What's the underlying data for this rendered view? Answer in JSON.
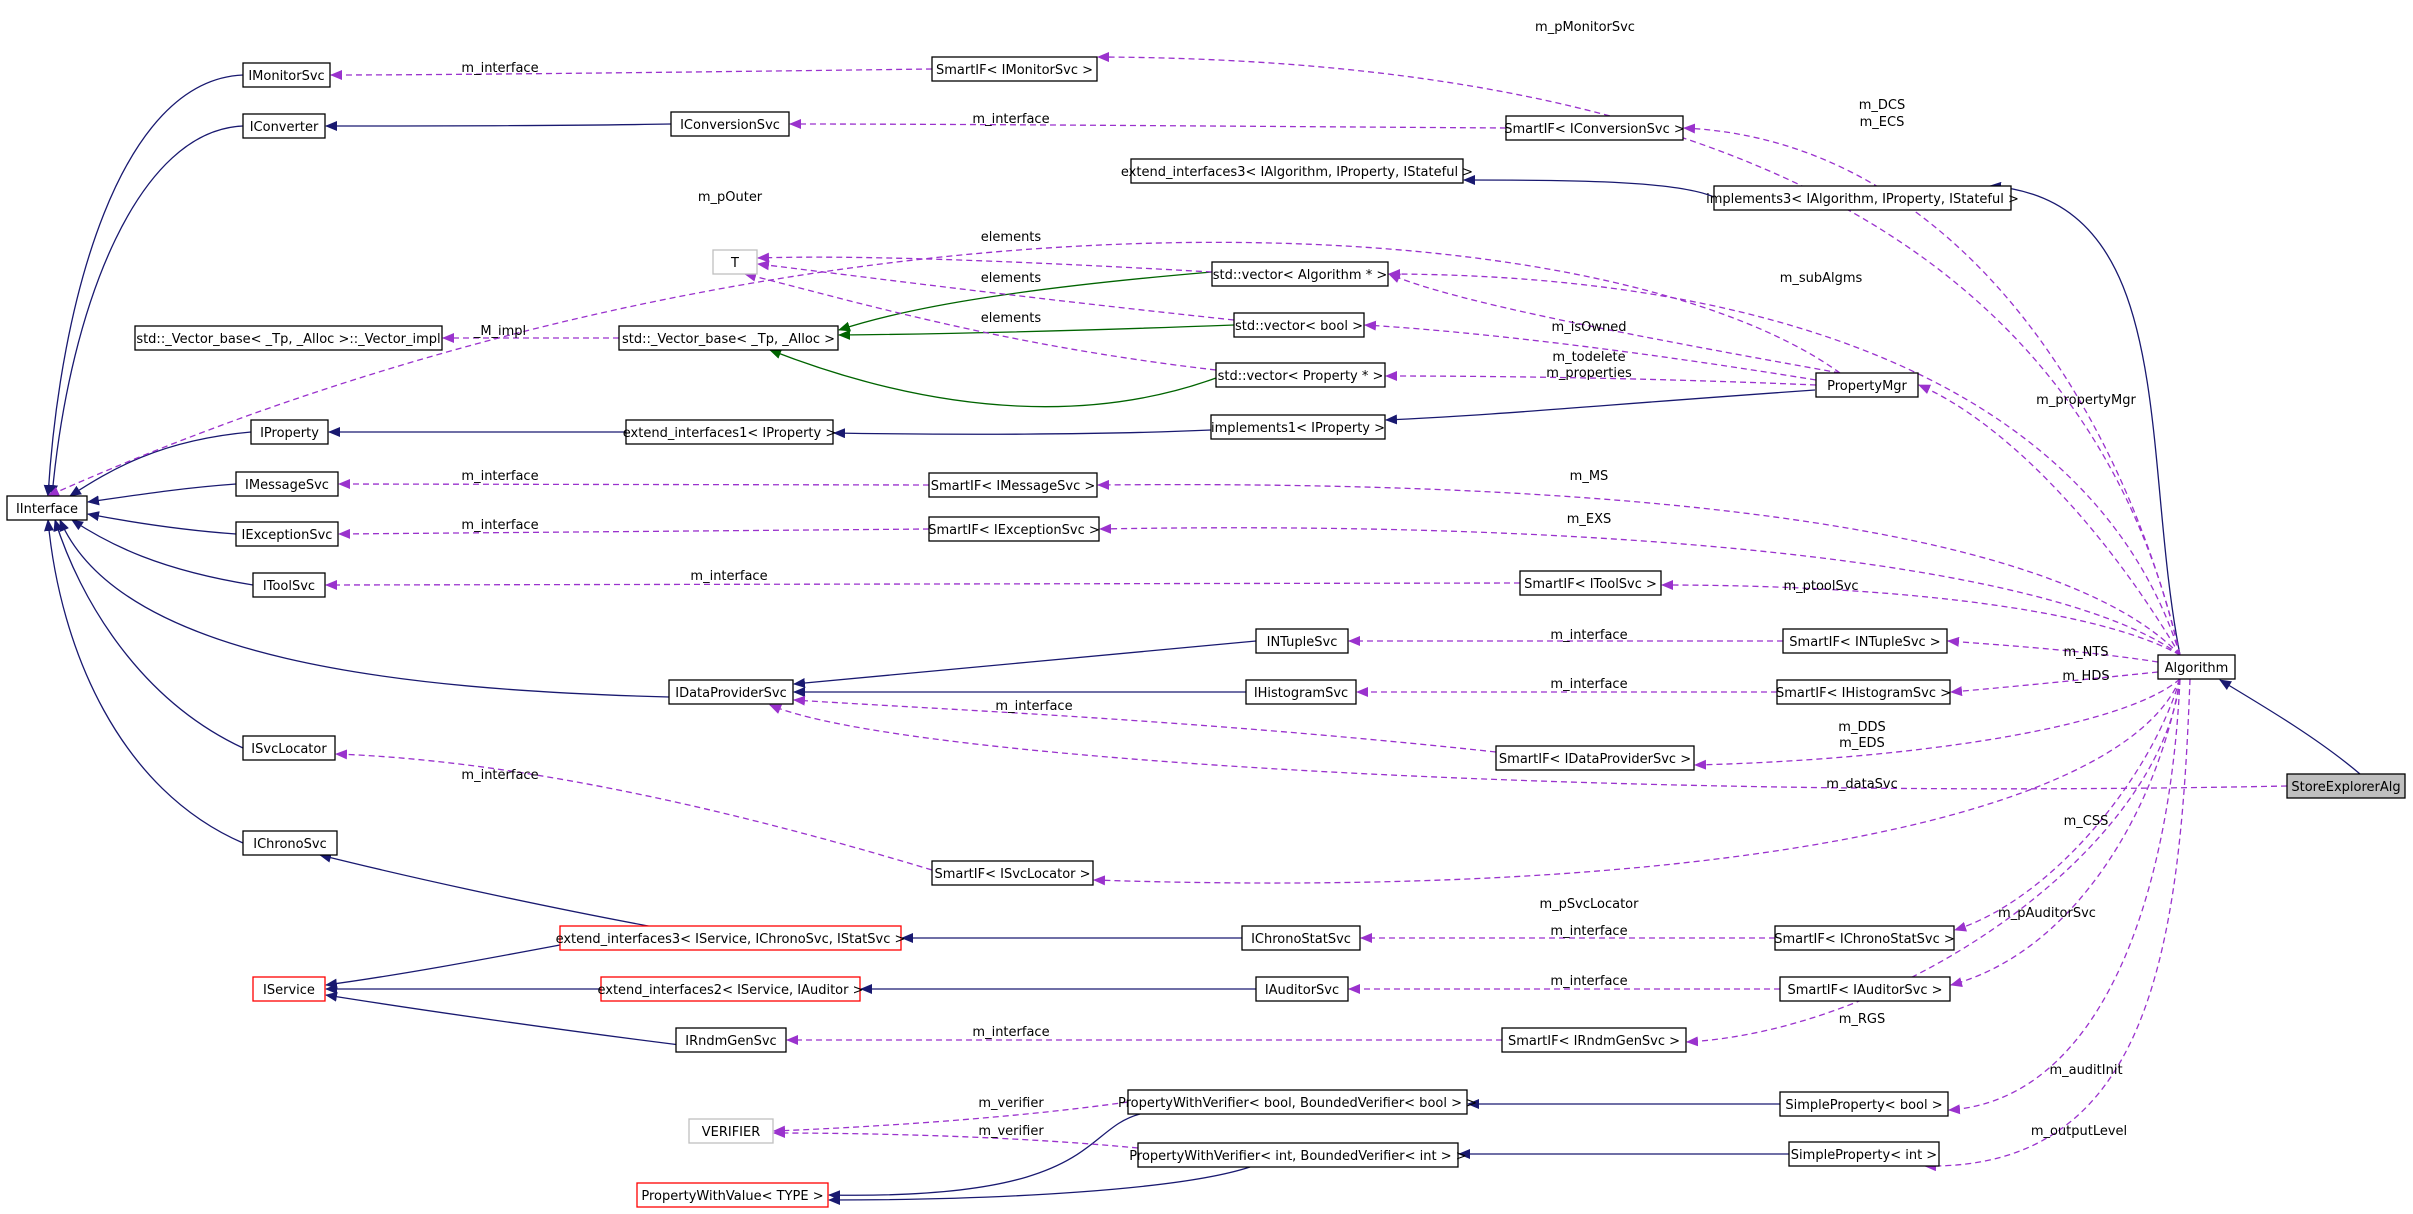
{
  "colors": {
    "inherit": "#191970",
    "template": "#006400",
    "usage": "#9a32cd",
    "box_border": "#000000",
    "box_border_template": "#ff0000",
    "box_border_placeholder": "#bfbfbf",
    "focus_fill": "#bfbfbf",
    "text": "#000000"
  },
  "nodes": {
    "IMonitorSvc": {
      "label": "IMonitorSvc",
      "style": "normal"
    },
    "IConverter": {
      "label": "IConverter",
      "style": "normal"
    },
    "IConversionSvc": {
      "label": "IConversionSvc",
      "style": "normal"
    },
    "SmartMonitor": {
      "label": "SmartIF< IMonitorSvc >",
      "style": "normal"
    },
    "SmartConversion": {
      "label": "SmartIF< IConversionSvc >",
      "style": "normal"
    },
    "ExtInterfaces3Alg": {
      "label": "extend_interfaces3< IAlgorithm, IProperty, IStateful >",
      "style": "normal"
    },
    "Impl3Alg": {
      "label": "implements3< IAlgorithm, IProperty, IStateful >",
      "style": "normal"
    },
    "T": {
      "label": "T",
      "style": "placeholder"
    },
    "VecAlgorithm": {
      "label": "std::vector< Algorithm * >",
      "style": "normal"
    },
    "VecBool": {
      "label": "std::vector< bool >",
      "style": "normal"
    },
    "VecProperty": {
      "label": "std::vector< Property * >",
      "style": "normal"
    },
    "VectorBaseImpl": {
      "label": "std::_Vector_base< _Tp, _Alloc >::_Vector_impl",
      "style": "normal"
    },
    "VectorBase": {
      "label": "std::_Vector_base< _Tp, _Alloc >",
      "style": "normal"
    },
    "PropertyMgr": {
      "label": "PropertyMgr",
      "style": "normal"
    },
    "IProperty": {
      "label": "IProperty",
      "style": "normal"
    },
    "ExtInterfaces1": {
      "label": "extend_interfaces1< IProperty >",
      "style": "normal"
    },
    "Impl1": {
      "label": "implements1< IProperty >",
      "style": "normal"
    },
    "IInterface": {
      "label": "IInterface",
      "style": "normal"
    },
    "IMessageSvc": {
      "label": "IMessageSvc",
      "style": "normal"
    },
    "SmartMessage": {
      "label": "SmartIF< IMessageSvc >",
      "style": "normal"
    },
    "IExceptionSvc": {
      "label": "IExceptionSvc",
      "style": "normal"
    },
    "SmartException": {
      "label": "SmartIF< IExceptionSvc >",
      "style": "normal"
    },
    "IToolSvc": {
      "label": "IToolSvc",
      "style": "normal"
    },
    "SmartTool": {
      "label": "SmartIF< IToolSvc >",
      "style": "normal"
    },
    "INTupleSvc": {
      "label": "INTupleSvc",
      "style": "normal"
    },
    "SmartNTuple": {
      "label": "SmartIF< INTupleSvc >",
      "style": "normal"
    },
    "IDataProviderSvc": {
      "label": "IDataProviderSvc",
      "style": "normal"
    },
    "IHistogramSvc": {
      "label": "IHistogramSvc",
      "style": "normal"
    },
    "SmartHistogram": {
      "label": "SmartIF< IHistogramSvc >",
      "style": "normal"
    },
    "Algorithm": {
      "label": "Algorithm",
      "style": "normal"
    },
    "SmartDataProvider": {
      "label": "SmartIF< IDataProviderSvc >",
      "style": "normal"
    },
    "ISvcLocator": {
      "label": "ISvcLocator",
      "style": "normal"
    },
    "StoreExplorerAlg": {
      "label": "StoreExplorerAlg",
      "style": "focus"
    },
    "IChronoSvc": {
      "label": "IChronoSvc",
      "style": "normal"
    },
    "SmartSvcLocator": {
      "label": "SmartIF< ISvcLocator >",
      "style": "normal"
    },
    "ExtInterfaces3Svc": {
      "label": "extend_interfaces3< IService, IChronoSvc, IStatSvc >",
      "style": "template"
    },
    "IChronoStatSvc": {
      "label": "IChronoStatSvc",
      "style": "normal"
    },
    "SmartChronoStat": {
      "label": "SmartIF< IChronoStatSvc >",
      "style": "normal"
    },
    "IService": {
      "label": "IService",
      "style": "template"
    },
    "ExtInterfaces2": {
      "label": "extend_interfaces2< IService, IAuditor >",
      "style": "template"
    },
    "IAuditorSvc": {
      "label": "IAuditorSvc",
      "style": "normal"
    },
    "SmartAuditor": {
      "label": "SmartIF< IAuditorSvc >",
      "style": "normal"
    },
    "IRndmGenSvc": {
      "label": "IRndmGenSvc",
      "style": "normal"
    },
    "SmartRndmGen": {
      "label": "SmartIF< IRndmGenSvc >",
      "style": "normal"
    },
    "PWVBool": {
      "label": "PropertyWithVerifier< bool, BoundedVerifier< bool > >",
      "style": "normal"
    },
    "SimplePropBool": {
      "label": "SimpleProperty< bool >",
      "style": "normal"
    },
    "VERIFIER": {
      "label": "VERIFIER",
      "style": "placeholder"
    },
    "PWVInt": {
      "label": "PropertyWithVerifier< int, BoundedVerifier< int > >",
      "style": "normal"
    },
    "SimplePropInt": {
      "label": "SimpleProperty< int >",
      "style": "normal"
    },
    "PropertyWithValue": {
      "label": "PropertyWithValue< TYPE >",
      "style": "template"
    }
  },
  "edge_labels": {
    "m_pMonitorSvc": "m_pMonitorSvc",
    "m_interface": "m_interface",
    "m_DCS": "m_DCS",
    "m_ECS": "m_ECS",
    "m_pOuter": "m_pOuter",
    "elements": "elements",
    "M_impl": "_M_impl",
    "m_subAlgms": "m_subAlgms",
    "m_isOwned": "m_isOwned",
    "m_todelete": "m_todelete",
    "m_properties": "m_properties",
    "m_propertyMgr": "m_propertyMgr",
    "m_MS": "m_MS",
    "m_EXS": "m_EXS",
    "m_ptoolSvc": "m_ptoolSvc",
    "m_NTS": "m_NTS",
    "m_HDS": "m_HDS",
    "m_DDS": "m_DDS",
    "m_EDS": "m_EDS",
    "m_dataSvc": "m_dataSvc",
    "m_CSS": "m_CSS",
    "m_pSvcLocator": "m_pSvcLocator",
    "m_pAuditorSvc": "m_pAuditorSvc",
    "m_RGS": "m_RGS",
    "m_auditInit": "m_auditInit",
    "m_verifier": "m_verifier",
    "m_outputLevel": "m_outputLevel"
  }
}
